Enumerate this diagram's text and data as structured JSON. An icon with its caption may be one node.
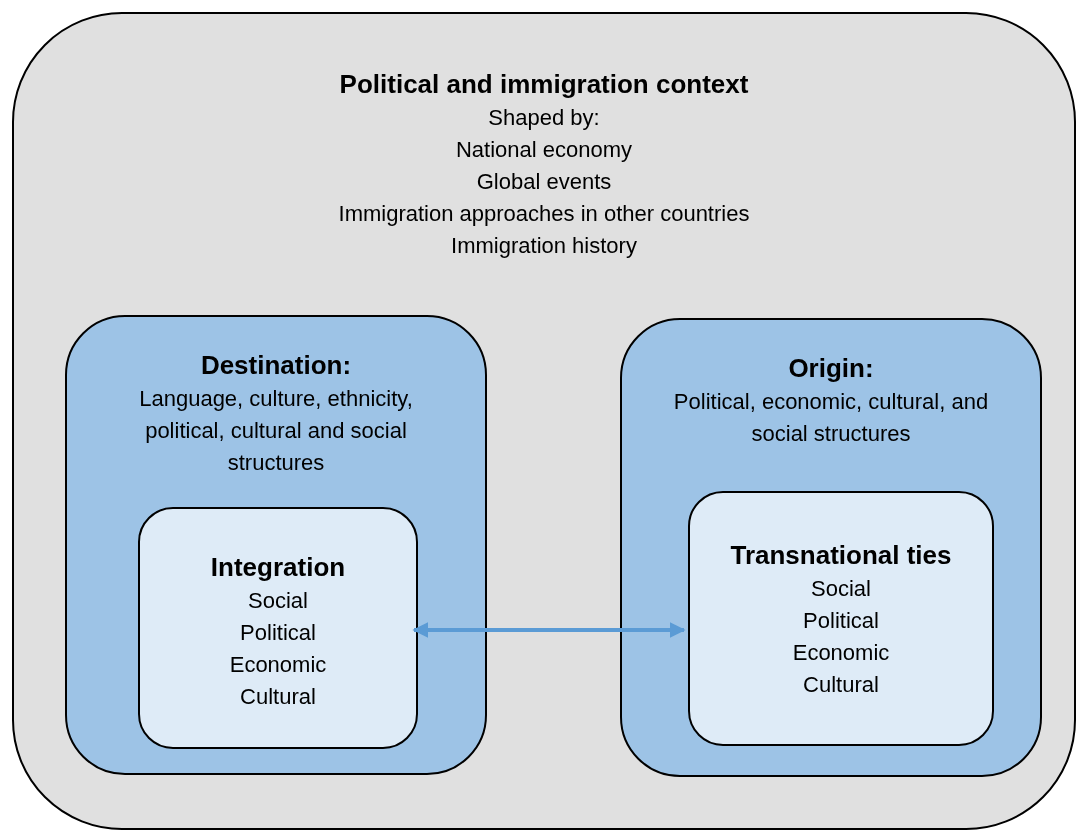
{
  "diagram": {
    "nodes": [
      {
        "text": [
          "Political and immigration context",
          "Shaped by:",
          "National economy",
          "Global events",
          "Immigration approaches in other countries",
          "Immigration history"
        ]
      },
      {
        "text": [
          "Destination:",
          "Language, culture, ethnicity, political, cultural and social structures"
        ],
        "in": 0
      },
      {
        "text": [
          "Integration",
          "Social",
          "Political",
          "Economic",
          "Cultural"
        ],
        "in": 1
      },
      {
        "text": [
          "Origin:",
          "Political, economic, cultural, and social structures"
        ],
        "in": 0
      },
      {
        "text": [
          "Transnational ties",
          "Social",
          "Political",
          "Economic",
          "Cultural"
        ],
        "in": 3
      }
    ],
    "edges": [
      {
        "from": 2,
        "to": 4,
        "arrow": "both"
      }
    ]
  }
}
